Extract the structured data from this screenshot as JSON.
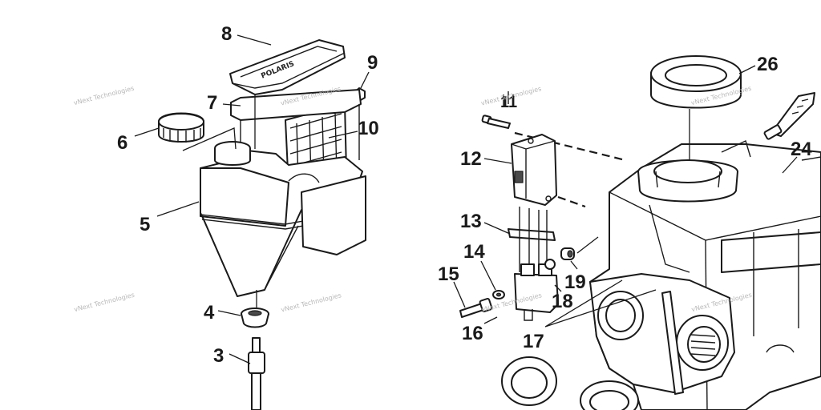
{
  "diagram": {
    "callouts": [
      "8",
      "9",
      "7",
      "6",
      "10",
      "5",
      "4",
      "3",
      "11",
      "12",
      "13",
      "14",
      "15",
      "16",
      "17",
      "18",
      "19",
      "26",
      "24"
    ],
    "watermark_text": "vNext Technologies",
    "part_logo_text": "POLARIS",
    "colors": {
      "line": "#1a1a1a",
      "background": "#ffffff",
      "watermark": "#b8b8b8"
    }
  }
}
